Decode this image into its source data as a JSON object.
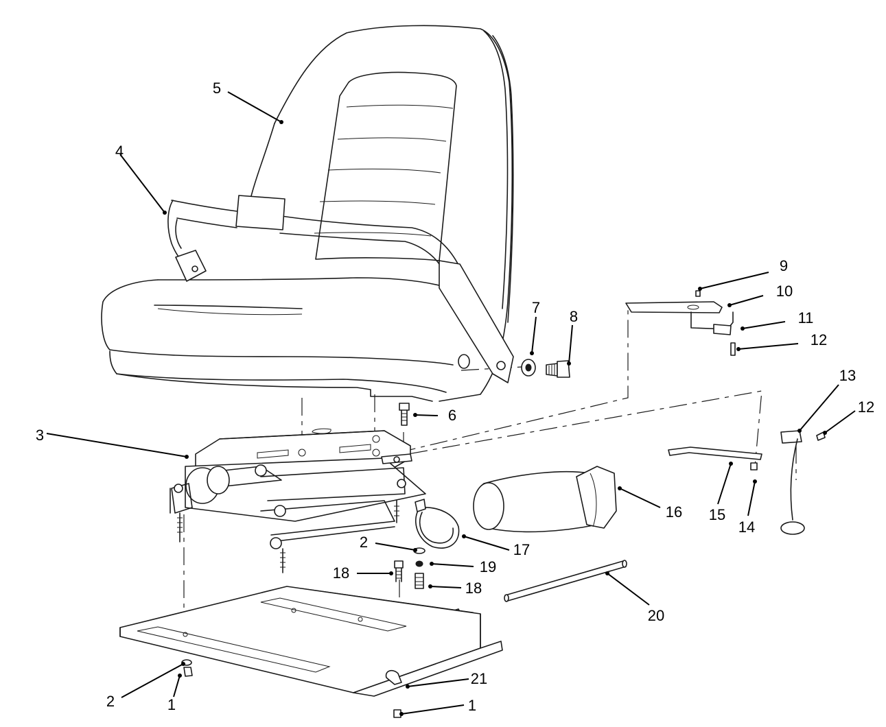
{
  "callouts": [
    {
      "id": "c1a",
      "label": "1"
    },
    {
      "id": "c1b",
      "label": "1"
    },
    {
      "id": "c2a",
      "label": "2"
    },
    {
      "id": "c2b",
      "label": "2"
    },
    {
      "id": "c3",
      "label": "3"
    },
    {
      "id": "c4",
      "label": "4"
    },
    {
      "id": "c5",
      "label": "5"
    },
    {
      "id": "c6",
      "label": "6"
    },
    {
      "id": "c7",
      "label": "7"
    },
    {
      "id": "c8",
      "label": "8"
    },
    {
      "id": "c9",
      "label": "9"
    },
    {
      "id": "c10",
      "label": "10"
    },
    {
      "id": "c11",
      "label": "11"
    },
    {
      "id": "c12a",
      "label": "12"
    },
    {
      "id": "c12b",
      "label": "12"
    },
    {
      "id": "c13",
      "label": "13"
    },
    {
      "id": "c14",
      "label": "14"
    },
    {
      "id": "c15",
      "label": "15"
    },
    {
      "id": "c16",
      "label": "16"
    },
    {
      "id": "c17",
      "label": "17"
    },
    {
      "id": "c18a",
      "label": "18"
    },
    {
      "id": "c18b",
      "label": "18"
    },
    {
      "id": "c19",
      "label": "19"
    },
    {
      "id": "c20",
      "label": "20"
    },
    {
      "id": "c21",
      "label": "21"
    }
  ]
}
